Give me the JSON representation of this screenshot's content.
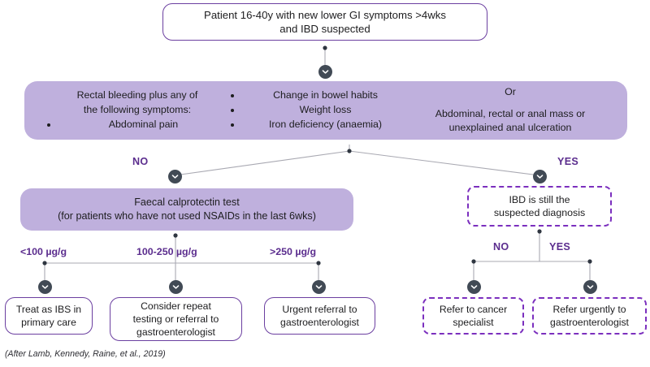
{
  "diagram": {
    "title_box": {
      "line1": "Patient 16-40y with new lower GI symptoms >4wks",
      "line2": "and IBD suspected"
    },
    "criteria_banner": {
      "left_heading_line1": "Rectal bleeding plus any of",
      "left_heading_line2": "the following symptoms:",
      "left_bullet": "Abdominal pain",
      "middle_bullets": [
        "Change in bowel habits",
        "Weight loss",
        "Iron deficiency (anaemia)"
      ],
      "right_or": "Or",
      "right_line1": "Abdominal, rectal or anal mass or",
      "right_line2": "unexplained anal ulceration"
    },
    "main_branch": {
      "no_label": "NO",
      "yes_label": "YES"
    },
    "calprotectin_box": {
      "line1": "Faecal calprotectin test",
      "line2": "(for patients who have not used NSAIDs in the last 6wks)"
    },
    "thresholds": [
      "<100 µg/g",
      "100-250 µg/g",
      ">250 µg/g"
    ],
    "outcomes": [
      {
        "line1": "Treat as IBS in",
        "line2": "primary care",
        "line3": ""
      },
      {
        "line1": "Consider repeat",
        "line2": "testing or referral to",
        "line3": "gastroenterologist"
      },
      {
        "line1": "Urgent referral to",
        "line2": "gastroenterologist",
        "line3": ""
      }
    ],
    "ibd_box": {
      "line1": "IBD is still the",
      "line2": "suspected diagnosis"
    },
    "sub_branch": {
      "no_label": "NO",
      "yes_label": "YES"
    },
    "referrals": [
      {
        "line1": "Refer to cancer",
        "line2": "specialist"
      },
      {
        "line1": "Refer urgently to",
        "line2": "gastroenterologist"
      }
    ],
    "citation": "(After Lamb, Kennedy, Raine, et al., 2019)",
    "colors": {
      "banner_fill": "#bfb0dd",
      "outline_purple": "#6b3fa0",
      "dashed_purple": "#7b2fbe",
      "label_purple": "#5b2d8e",
      "marker_dark": "#414a55",
      "wire_grey": "#a9a9b2"
    }
  }
}
